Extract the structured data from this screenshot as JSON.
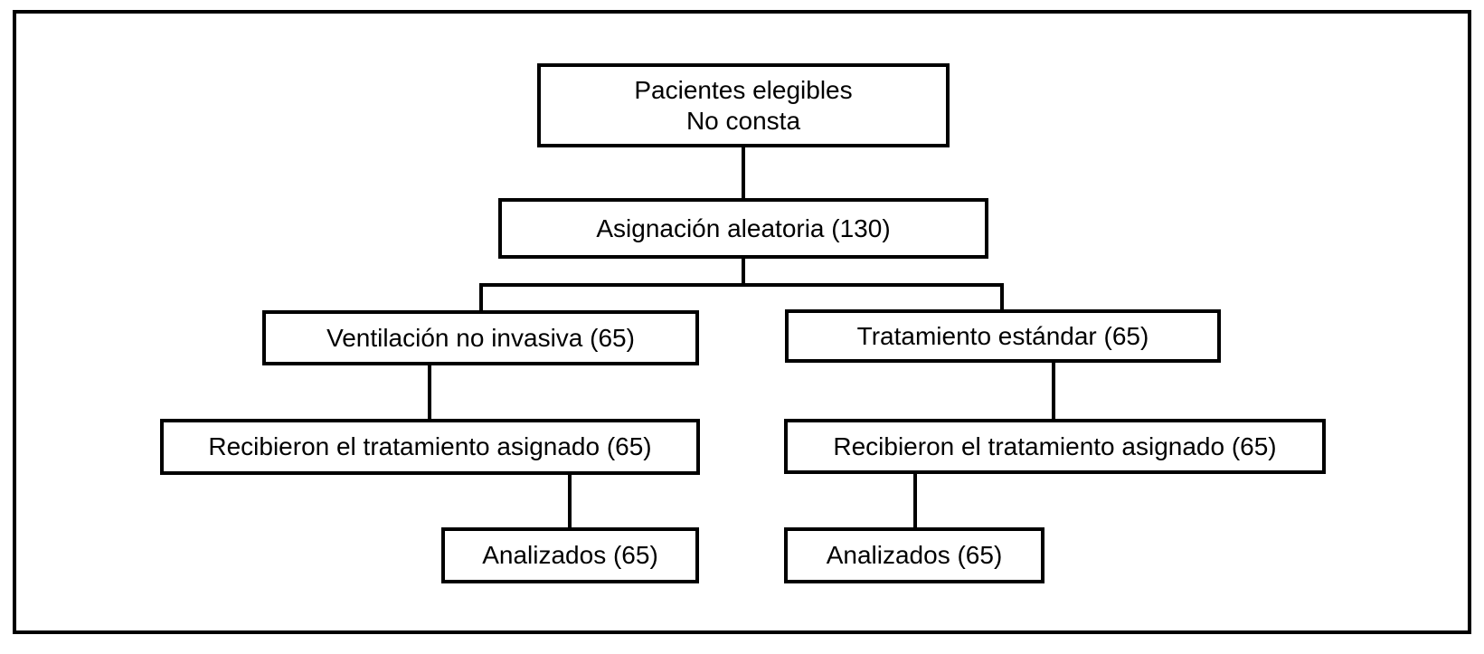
{
  "diagram": {
    "kind": "patient-flow-chart",
    "colors": {
      "line": "#000000",
      "text": "#000000",
      "background": "#ffffff"
    },
    "nodes": {
      "eligible": {
        "line1": "Pacientes elegibles",
        "line2": "No consta"
      },
      "randomized": {
        "label": "Asignación aleatoria (130)"
      },
      "niv": {
        "label": "Ventilación no invasiva (65)"
      },
      "standard": {
        "label": "Tratamiento estándar (65)"
      },
      "received_niv": {
        "label": "Recibieron el tratamiento asignado (65)"
      },
      "received_standard": {
        "label": "Recibieron el tratamiento asignado (65)"
      },
      "analyzed_niv": {
        "label": "Analizados (65)"
      },
      "analyzed_standard": {
        "label": "Analizados (65)"
      }
    },
    "edges": [
      {
        "from": "eligible",
        "to": "randomized"
      },
      {
        "from": "randomized",
        "to": "niv"
      },
      {
        "from": "randomized",
        "to": "standard"
      },
      {
        "from": "niv",
        "to": "received_niv"
      },
      {
        "from": "standard",
        "to": "received_standard"
      },
      {
        "from": "received_niv",
        "to": "analyzed_niv"
      },
      {
        "from": "received_standard",
        "to": "analyzed_standard"
      }
    ]
  }
}
